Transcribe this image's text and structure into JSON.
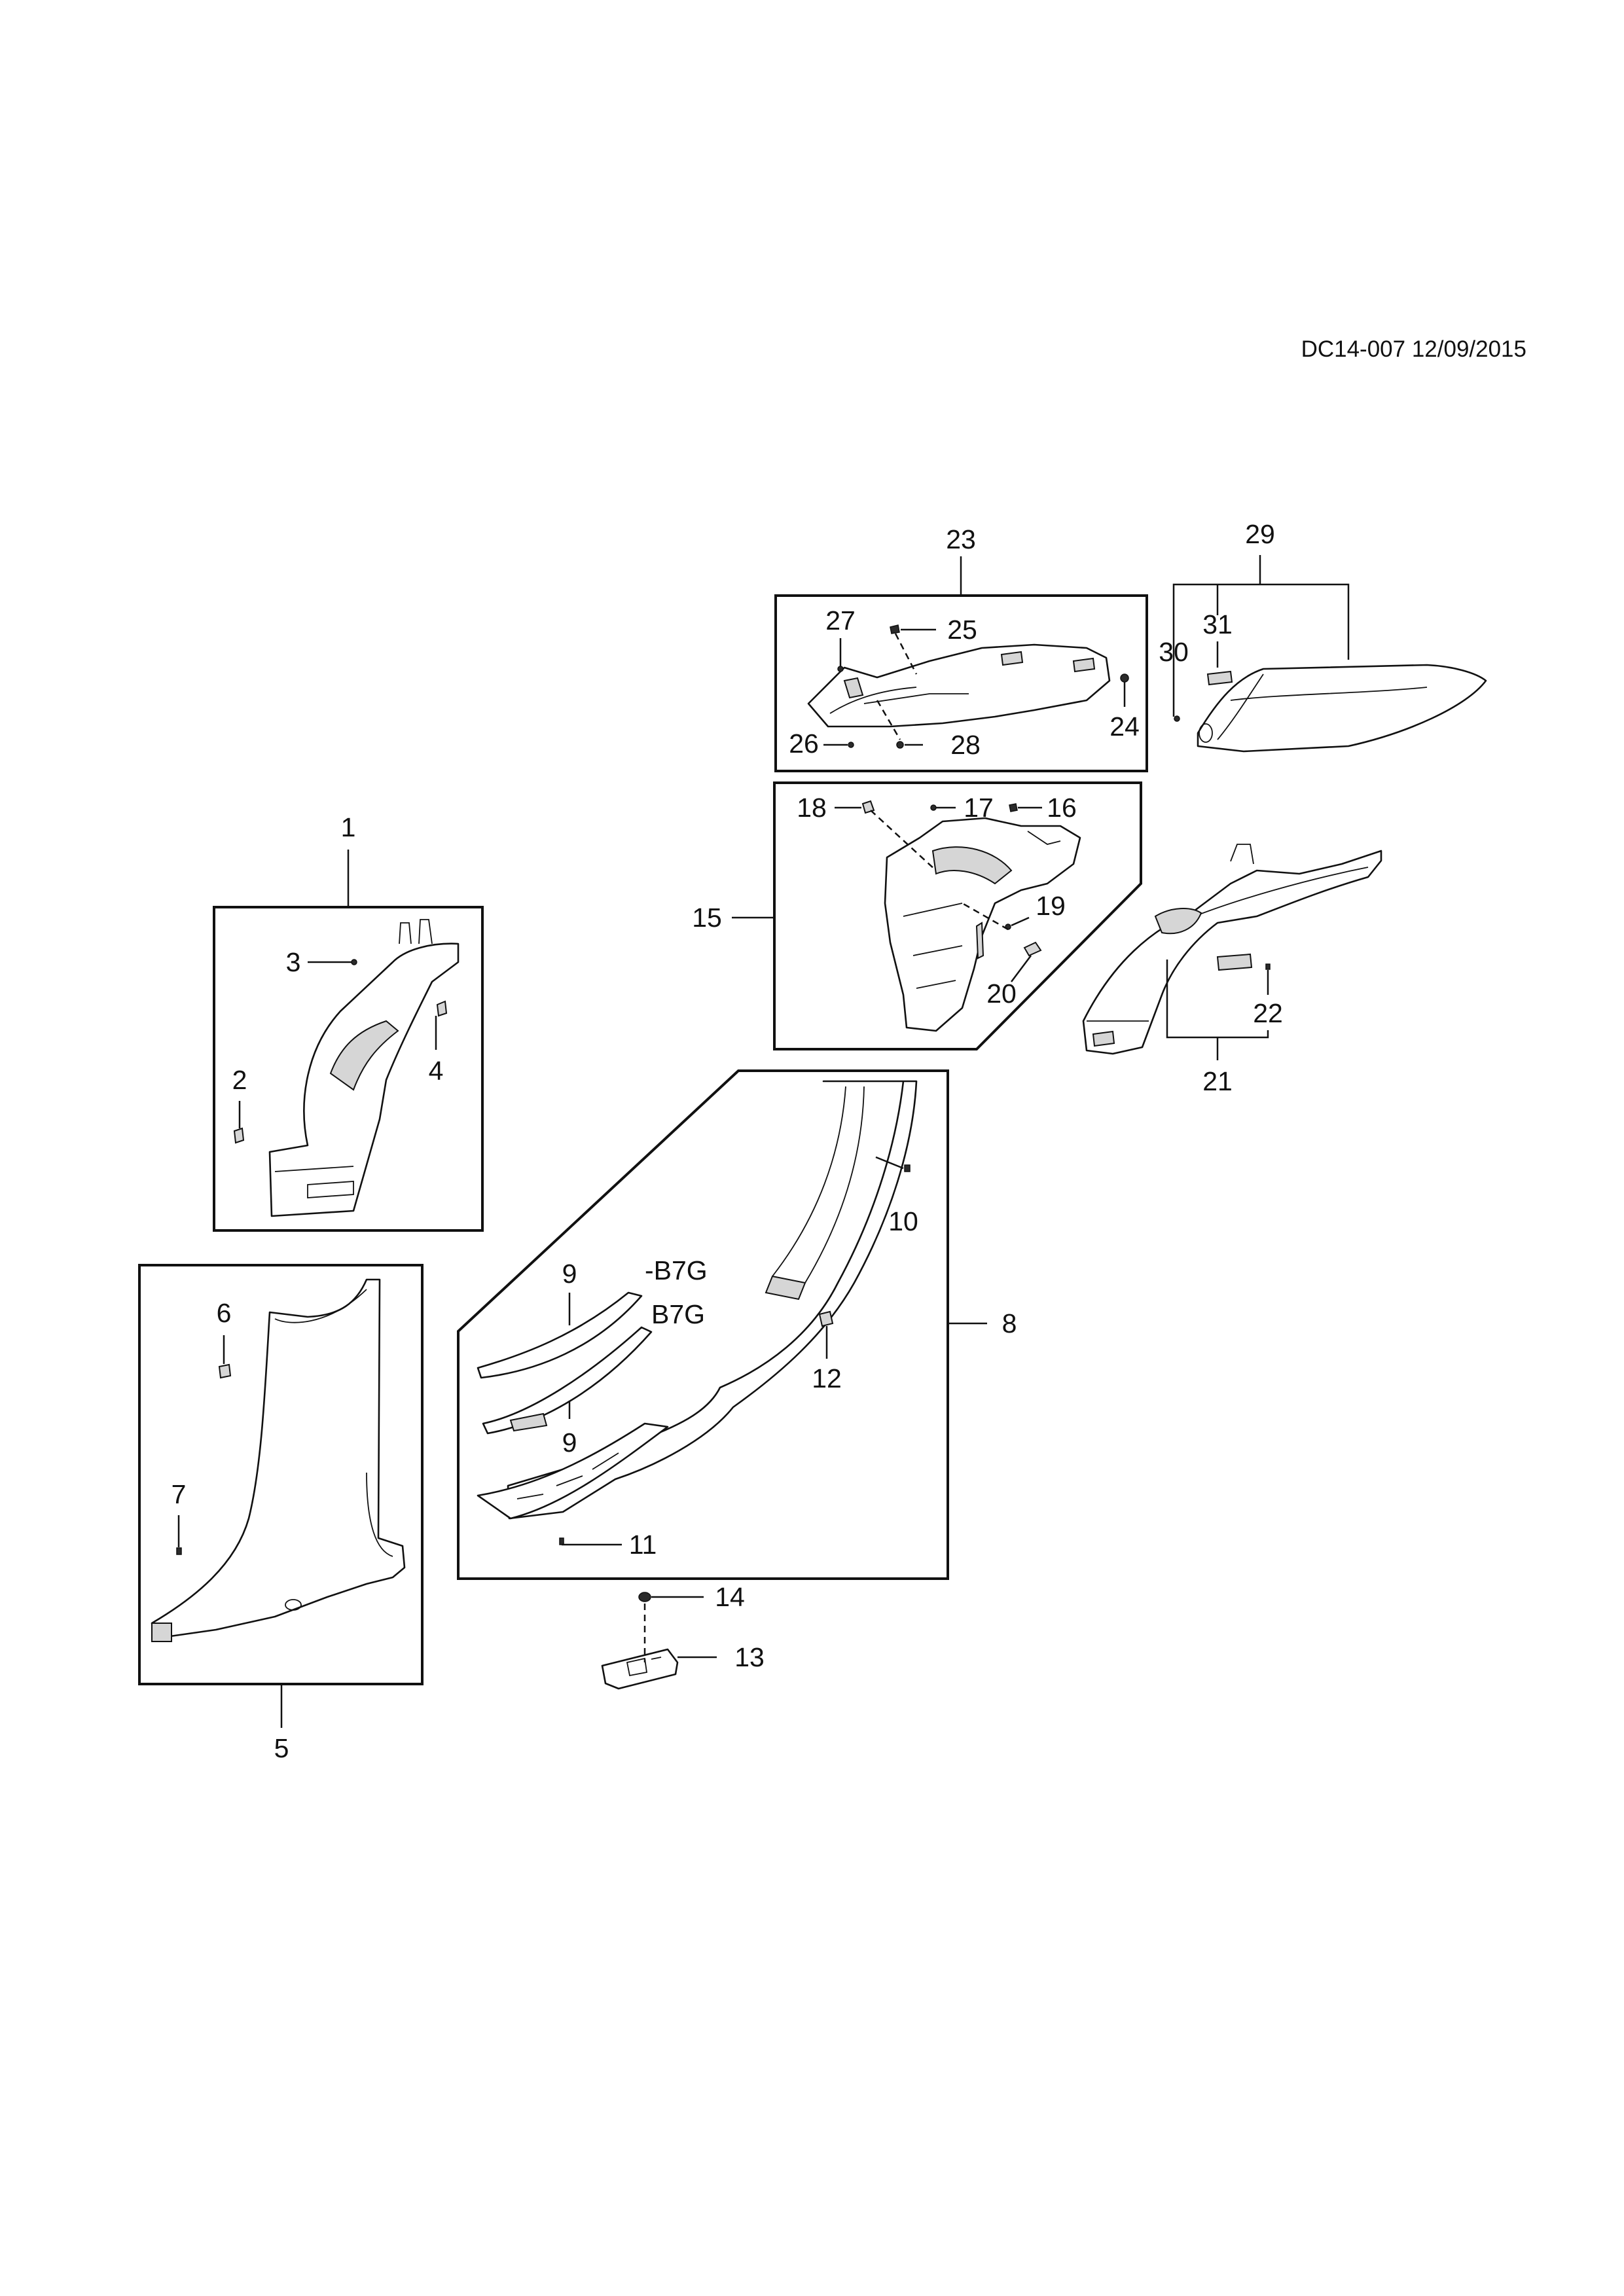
{
  "header": {
    "doc_ref": "DC14-007 12/09/2015"
  },
  "callouts": {
    "c1": "1",
    "c2": "2",
    "c3": "3",
    "c4": "4",
    "c5": "5",
    "c6": "6",
    "c7": "7",
    "c8": "8",
    "c9a": "9",
    "c9b": "9",
    "c10": "10",
    "c11": "11",
    "c12": "12",
    "c13": "13",
    "c14": "14",
    "c15": "15",
    "c16": "16",
    "c17": "17",
    "c18": "18",
    "c19": "19",
    "c20": "20",
    "c21": "21",
    "c22": "22",
    "c23": "23",
    "c24": "24",
    "c25": "25",
    "c26": "26",
    "c27": "27",
    "c28": "28",
    "c29": "29",
    "c30": "30",
    "c31": "31"
  },
  "variants": {
    "v_not_b7g": "-B7G",
    "v_b7g": "B7G"
  }
}
